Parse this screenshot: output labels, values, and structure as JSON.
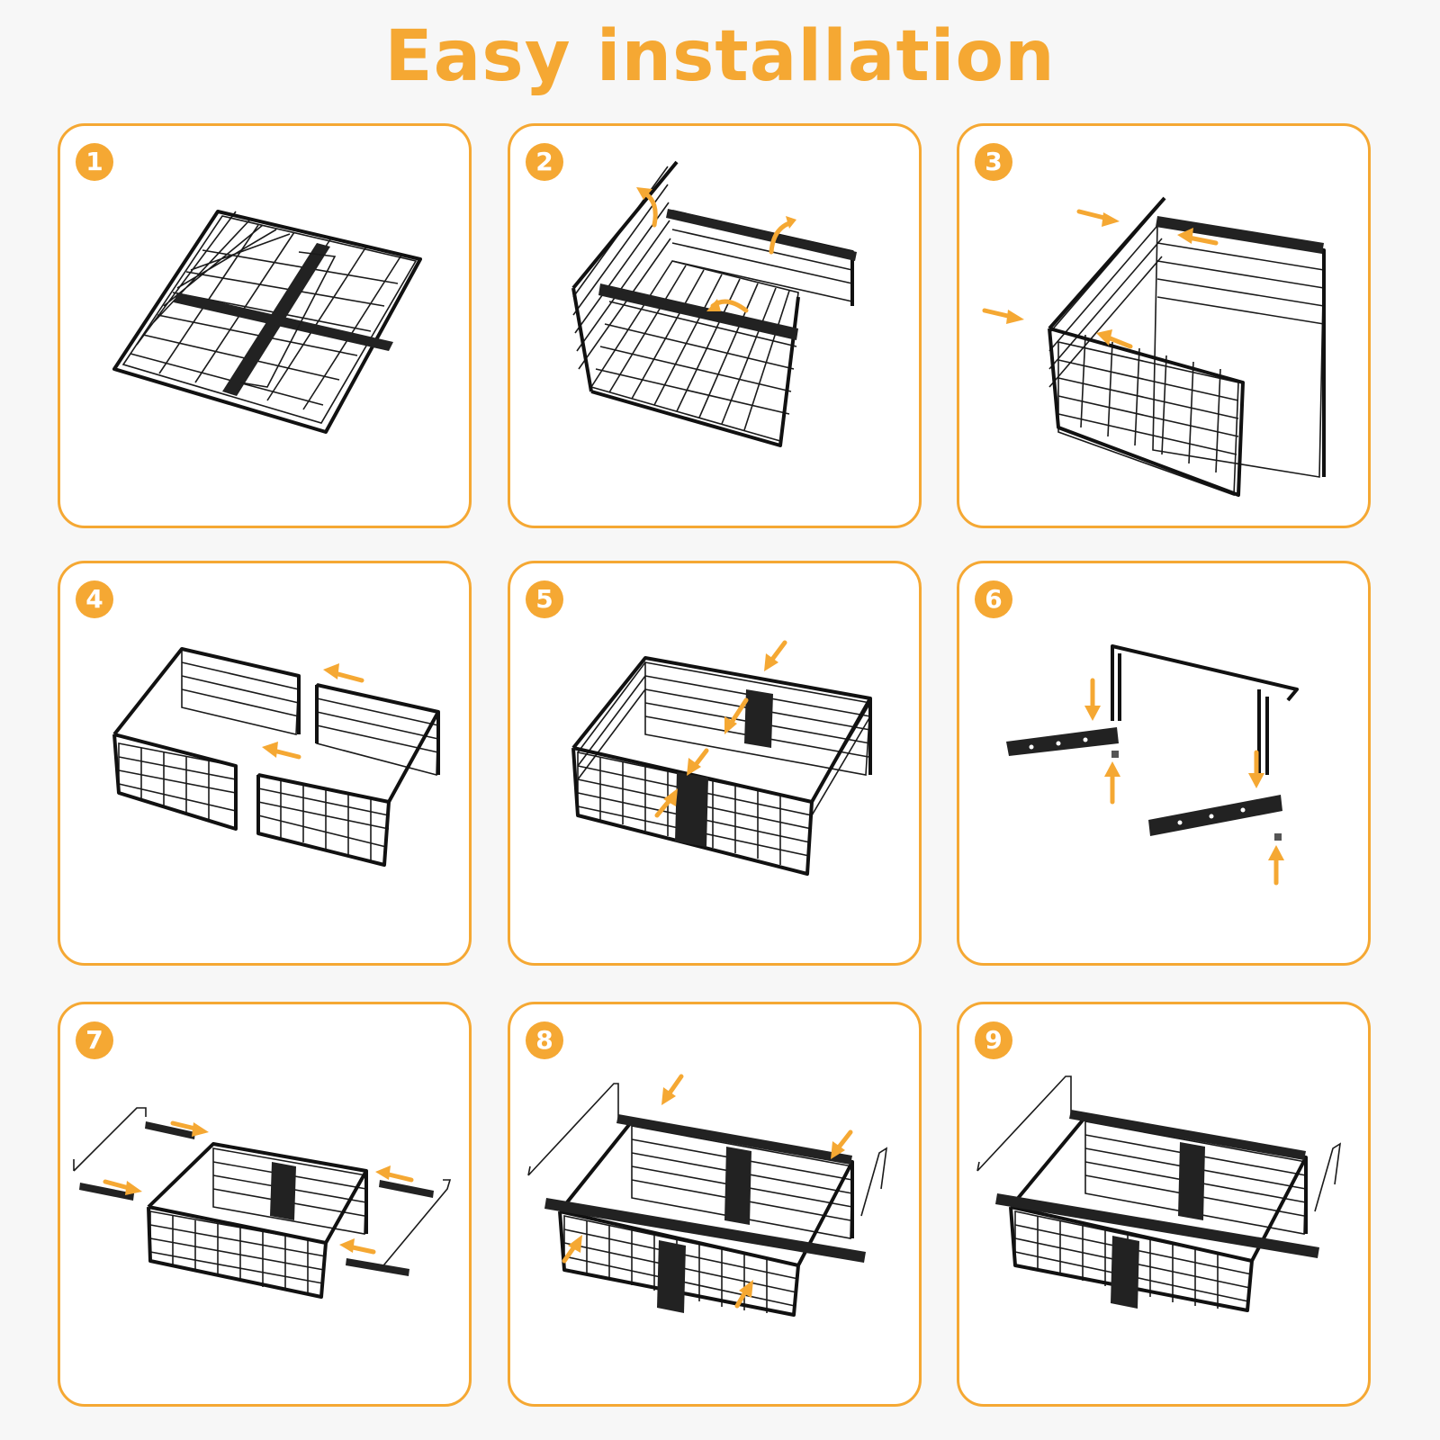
{
  "title": "Easy installation",
  "steps": [
    {
      "number": "1"
    },
    {
      "number": "2"
    },
    {
      "number": "3"
    },
    {
      "number": "4"
    },
    {
      "number": "5"
    },
    {
      "number": "6"
    },
    {
      "number": "7"
    },
    {
      "number": "8"
    },
    {
      "number": "9"
    }
  ],
  "colors": {
    "accent": "#f5a833",
    "line": "#111111",
    "panel": "#ffffff",
    "background": "#f7f7f7"
  }
}
